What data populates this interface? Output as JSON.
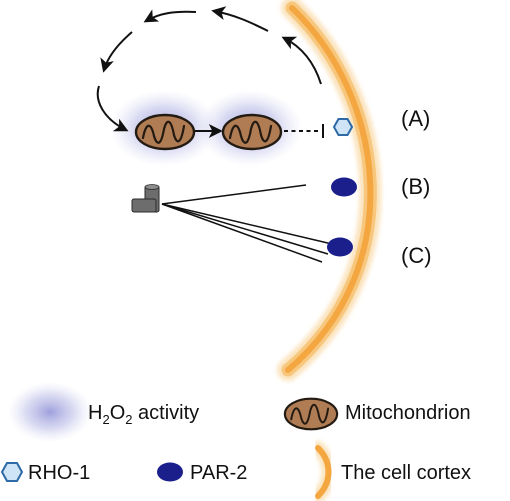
{
  "labels": {
    "a": "(A)",
    "b": "(B)",
    "c": "(C)"
  },
  "legend": {
    "h2o2_base": "H",
    "h2o2_sub1": "2",
    "h2o2_mid": "O",
    "h2o2_sub2": "2",
    "h2o2_rest": " activity",
    "mitochondrion": "Mitochondrion",
    "rho1": "RHO-1",
    "par2": "PAR-2",
    "cortex": "The cell cortex"
  },
  "icons": {
    "h2o2_cloud": "h2o2-cloud-icon",
    "mitochondrion": "mitochondrion-icon",
    "rho1": "rho1-hexagon-icon",
    "par2": "par2-ellipse-icon",
    "cortex": "cell-cortex-icon",
    "centrosome": "centrosome-icon"
  },
  "colors": {
    "cortex_core": "#f4a640",
    "cortex_edge": "#fbe3bd",
    "h2o2_cloud": "#8d8fd6",
    "mito_fill": "#b07c54",
    "mito_outline": "#231a12",
    "rho1_fill": "#cfe5f7",
    "rho1_outline": "#2d6aa6",
    "par2_fill": "#1a1f8c",
    "arrows": "#111111",
    "centrosome": "#6d6d6d"
  }
}
